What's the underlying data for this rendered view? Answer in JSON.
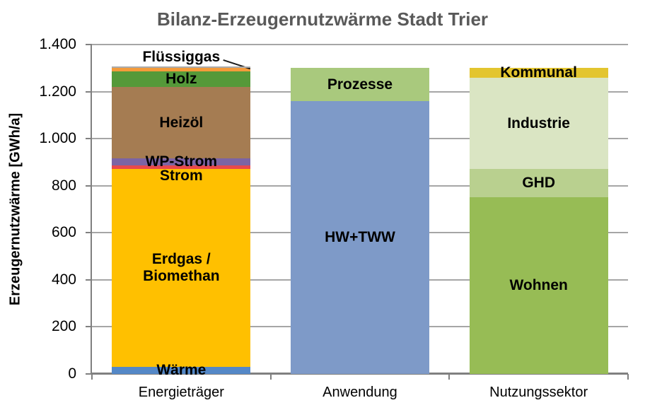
{
  "chart_data": {
    "type": "bar",
    "stacked": true,
    "title": "Bilanz-Erzeugernutzwärme Stadt Trier",
    "ylabel": "Erzeugernutzwärme [GWh/a]",
    "unit": "GWh/a",
    "ylim": [
      0,
      1400
    ],
    "ytick_step": 200,
    "ytick_labels": [
      "0",
      "200",
      "400",
      "600",
      "800",
      "1.000",
      "1.200",
      "1.400"
    ],
    "grid": true,
    "legend": "none (labels inside bars)",
    "categories": [
      "Energieträger",
      "Anwendung",
      "Nutzungssektor"
    ],
    "bars": [
      {
        "category": "Energieträger",
        "total": 1308,
        "segments": [
          {
            "label": "Wärme",
            "value": 30,
            "color": "#5488C7"
          },
          {
            "label": "Erdgas /\nBiomethan",
            "value": 840,
            "color": "#FFC000"
          },
          {
            "label": "Strom",
            "value": 15,
            "color": "#E8494C"
          },
          {
            "label": "WP-Strom",
            "value": 30,
            "color": "#7C64A4"
          },
          {
            "label": "Heizöl",
            "value": 305,
            "color": "#A57C52"
          },
          {
            "label": "Holz",
            "value": 65,
            "color": "#559939"
          },
          {
            "label": "Flüssiggas",
            "value": 15,
            "color": "#F49B3B",
            "label_outside": true
          },
          {
            "label": "",
            "value": 8,
            "color": "#ABABAB"
          }
        ]
      },
      {
        "category": "Anwendung",
        "total": 1300,
        "segments": [
          {
            "label": "HW+TWW",
            "value": 1160,
            "color": "#7E9AC8"
          },
          {
            "label": "Prozesse",
            "value": 140,
            "color": "#A9C97D"
          }
        ]
      },
      {
        "category": "Nutzungssektor",
        "total": 1300,
        "segments": [
          {
            "label": "Wohnen",
            "value": 750,
            "color": "#97BC55"
          },
          {
            "label": "GHD",
            "value": 120,
            "color": "#B9D08F"
          },
          {
            "label": "Industrie",
            "value": 390,
            "color": "#DAE5C3"
          },
          {
            "label": "Kommunal",
            "value": 40,
            "color": "#E3C52F"
          }
        ]
      }
    ]
  }
}
